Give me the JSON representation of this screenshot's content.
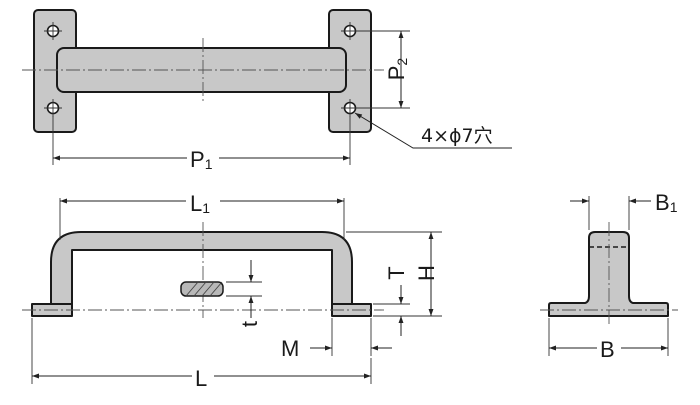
{
  "labels": {
    "P": "P",
    "P_sub": "1",
    "P2": "P",
    "P2_sub": "2",
    "L1": "L",
    "L1_sub": "1",
    "L": "L",
    "B1": "B",
    "B1_sub": "1",
    "B": "B",
    "T": "T",
    "H": "H",
    "t": "t",
    "M": "M"
  },
  "hole_note": "4×ϕ7穴"
}
